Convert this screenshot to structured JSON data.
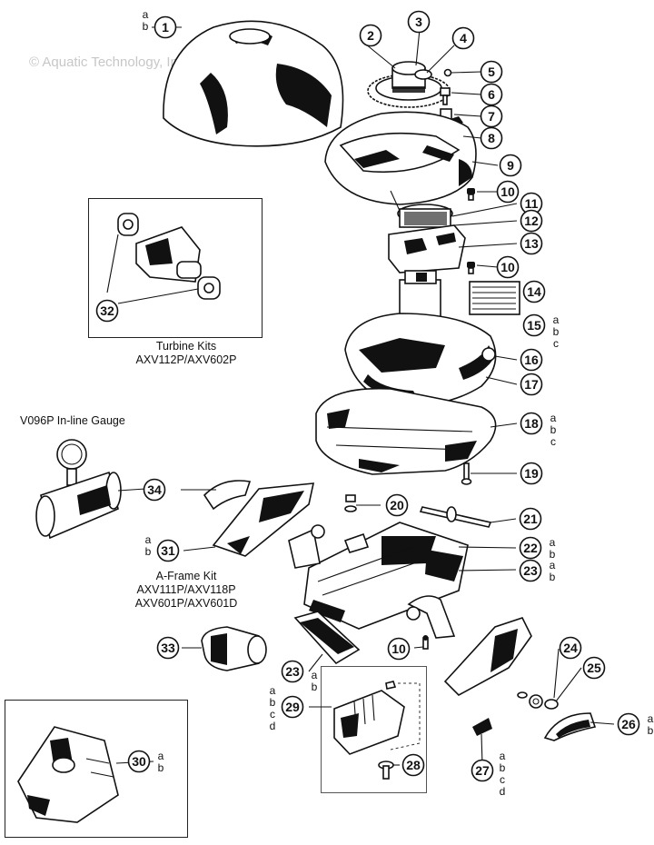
{
  "watermark": "© Aquatic Technology, Inc.",
  "captions": {
    "turbine": [
      "Turbine Kits",
      "AXV112P/AXV602P"
    ],
    "gauge": "V096P In-line Gauge",
    "aframe": [
      "A-Frame Kit",
      "AXV111P/AXV118P",
      "AXV601P/AXV601D"
    ]
  },
  "callouts": [
    {
      "id": "1",
      "variants": [
        "a",
        "b"
      ]
    },
    {
      "id": "2",
      "variants": []
    },
    {
      "id": "3",
      "variants": []
    },
    {
      "id": "4",
      "variants": []
    },
    {
      "id": "5",
      "variants": []
    },
    {
      "id": "6",
      "variants": []
    },
    {
      "id": "7",
      "variants": []
    },
    {
      "id": "8",
      "variants": []
    },
    {
      "id": "9",
      "variants": []
    },
    {
      "id": "10",
      "variants": []
    },
    {
      "id": "11",
      "variants": []
    },
    {
      "id": "12",
      "variants": []
    },
    {
      "id": "13",
      "variants": []
    },
    {
      "id": "10",
      "variants": []
    },
    {
      "id": "14",
      "variants": []
    },
    {
      "id": "15",
      "variants": [
        "a",
        "b",
        "c"
      ]
    },
    {
      "id": "16",
      "variants": []
    },
    {
      "id": "17",
      "variants": []
    },
    {
      "id": "18",
      "variants": [
        "a",
        "b",
        "c"
      ]
    },
    {
      "id": "19",
      "variants": []
    },
    {
      "id": "20",
      "variants": []
    },
    {
      "id": "21",
      "variants": []
    },
    {
      "id": "22",
      "variants": [
        "a",
        "b"
      ]
    },
    {
      "id": "23",
      "variants": [
        "a",
        "b"
      ]
    },
    {
      "id": "31",
      "variants": [
        "a",
        "b"
      ]
    },
    {
      "id": "32",
      "variants": []
    },
    {
      "id": "34",
      "variants": []
    },
    {
      "id": "33",
      "variants": []
    },
    {
      "id": "10",
      "variants": []
    },
    {
      "id": "23",
      "variants": [
        "a",
        "b"
      ]
    },
    {
      "id": "24",
      "variants": []
    },
    {
      "id": "25",
      "variants": []
    },
    {
      "id": "26",
      "variants": [
        "a",
        "b"
      ]
    },
    {
      "id": "29",
      "variants": [
        "a",
        "b",
        "c",
        "d"
      ]
    },
    {
      "id": "28",
      "variants": []
    },
    {
      "id": "27",
      "variants": [
        "a",
        "b",
        "c",
        "d"
      ]
    },
    {
      "id": "30",
      "variants": [
        "a",
        "b"
      ]
    }
  ]
}
